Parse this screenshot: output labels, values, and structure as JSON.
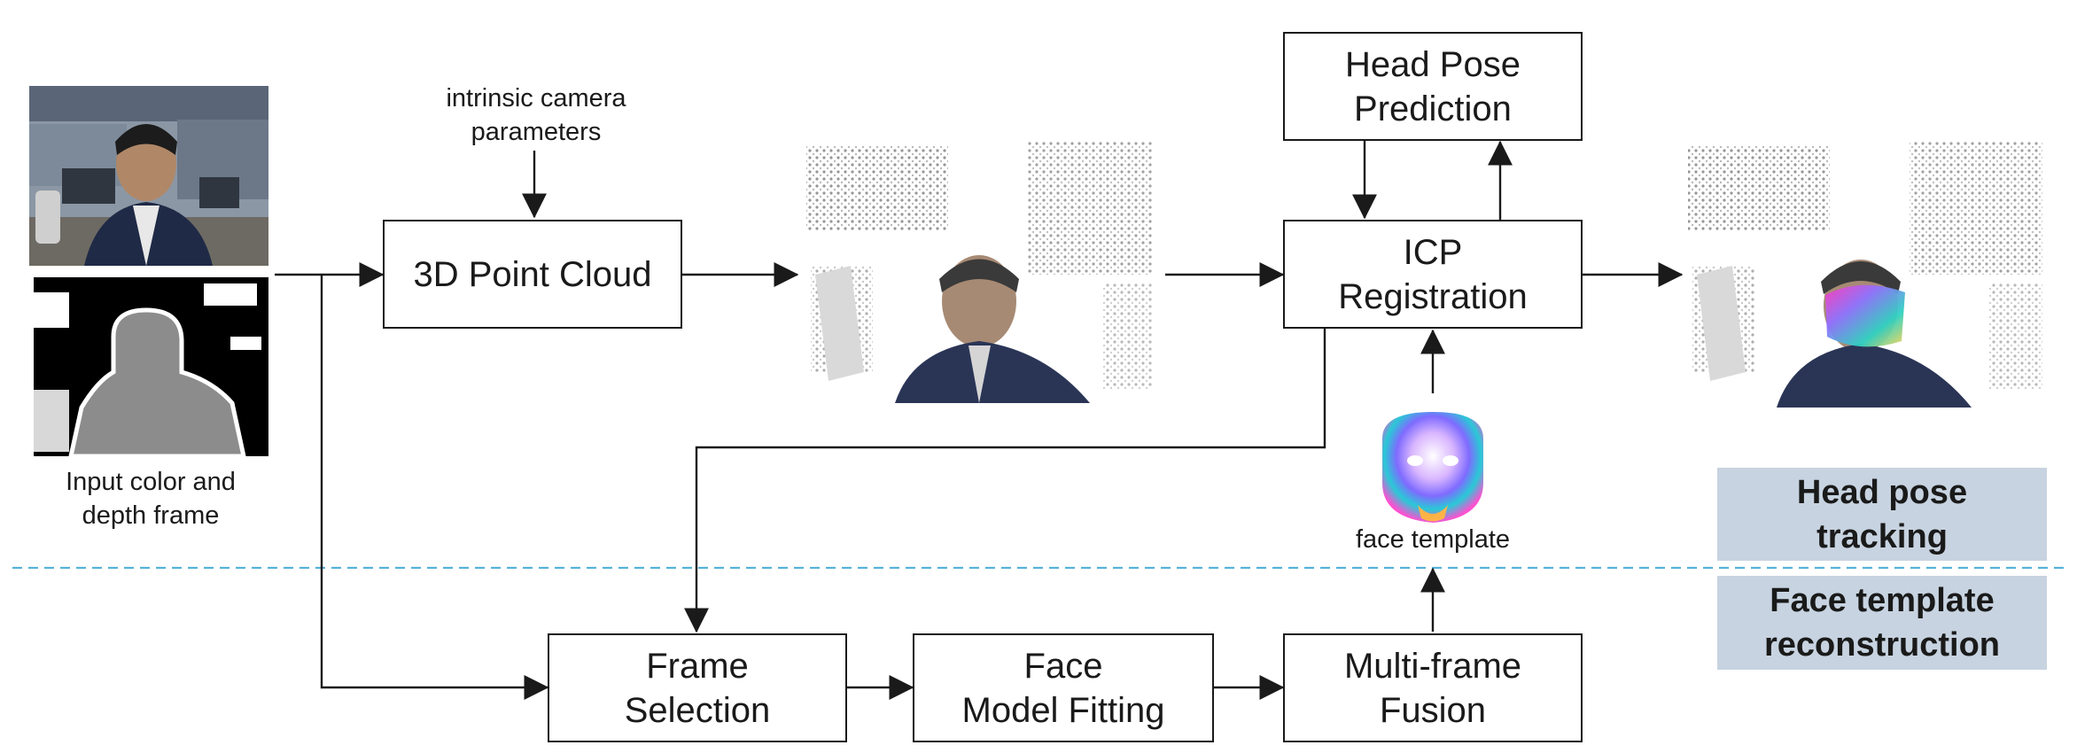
{
  "inputs": {
    "caption": "Input color and\ndepth frame"
  },
  "camera": {
    "label": "intrinsic camera\nparameters"
  },
  "boxes": {
    "point_cloud": "3D Point Cloud",
    "head_pose_prediction": "Head Pose\nPrediction",
    "icp_registration": "ICP\nRegistration",
    "frame_selection": "Frame\nSelection",
    "face_model_fitting": "Face\nModel Fitting",
    "multi_frame_fusion": "Multi-frame\nFusion"
  },
  "face_template": {
    "label": "face template"
  },
  "sections": {
    "tracking": "Head pose\ntracking",
    "reconstruction": "Face template\nreconstruction"
  },
  "colors": {
    "stroke": "#1a1a1a",
    "divider": "#56b3d9",
    "panel": "#c7d3e0"
  }
}
